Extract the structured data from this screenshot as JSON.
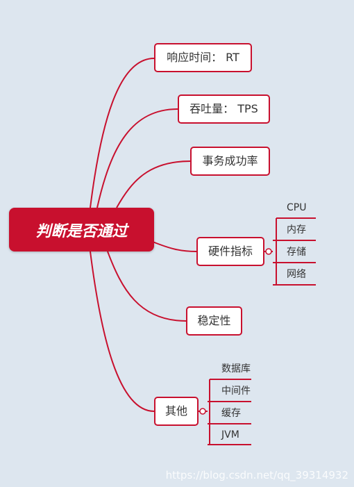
{
  "root": {
    "label": "判断是否通过"
  },
  "branches": {
    "rt": {
      "label": "响应时间：  RT"
    },
    "tps": {
      "label": "吞吐量：  TPS"
    },
    "success": {
      "label": "事务成功率"
    },
    "hardware": {
      "label": "硬件指标",
      "children": [
        "CPU",
        "内存",
        "存储",
        "网络"
      ]
    },
    "stability": {
      "label": "稳定性"
    },
    "other": {
      "label": "其他",
      "children": [
        "数据库",
        "中间件",
        "缓存",
        "JVM"
      ]
    }
  },
  "watermark": "https://blog.csdn.net/qq_39314932",
  "colors": {
    "accent": "#c8102e",
    "background": "#dde6ef"
  }
}
